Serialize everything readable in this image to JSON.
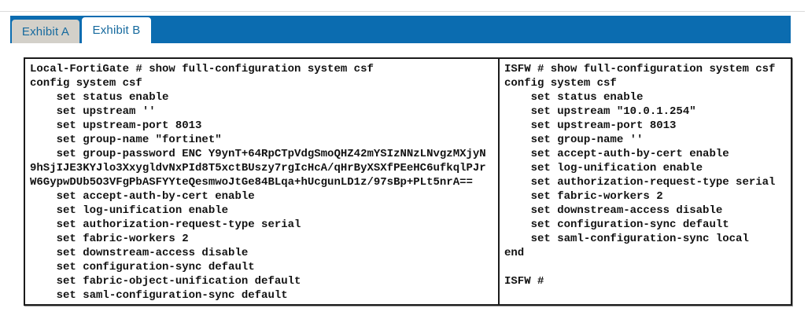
{
  "colors": {
    "accent_blue": "#0b6cb0",
    "tab_text_blue": "#166a9e",
    "inactive_tab_bg": "#d3d0c9",
    "panel_border": "#1b1b1b"
  },
  "tabs": {
    "items": [
      {
        "label": "Exhibit A",
        "active": false
      },
      {
        "label": "Exhibit B",
        "active": true
      }
    ]
  },
  "panels": {
    "left": {
      "device": "Local-FortiGate",
      "lines": [
        "Local-FortiGate # show full-configuration system csf",
        "config system csf",
        "    set status enable",
        "    set upstream ''",
        "    set upstream-port 8013",
        "    set group-name \"fortinet\"",
        "    set group-password ENC Y9ynT+64RpCTpVdgSmoQHZ42mYSIzNNzLNvgzMXjyN",
        "9hSjIJE3KYJlo3XxygldvNxPId8T5xctBUszy7rgIcHcA/qHrByXSXfPEeHC6ufkqlPJr",
        "W6GypwDUb5O3VFgPbASFYYteQesmwoJtGe84BLqa+hUcgunLD1z/97sBp+PLt5nrA==",
        "    set accept-auth-by-cert enable",
        "    set log-unification enable",
        "    set authorization-request-type serial",
        "    set fabric-workers 2",
        "    set downstream-access disable",
        "    set configuration-sync default",
        "    set fabric-object-unification default",
        "    set saml-configuration-sync default"
      ]
    },
    "right": {
      "device": "ISFW",
      "lines": [
        "ISFW # show full-configuration system csf",
        "config system csf",
        "    set status enable",
        "    set upstream \"10.0.1.254\"",
        "    set upstream-port 8013",
        "    set group-name ''",
        "    set accept-auth-by-cert enable",
        "    set log-unification enable",
        "    set authorization-request-type serial",
        "    set fabric-workers 2",
        "    set downstream-access disable",
        "    set configuration-sync default",
        "    set saml-configuration-sync local",
        "end",
        "",
        "ISFW #"
      ]
    }
  }
}
